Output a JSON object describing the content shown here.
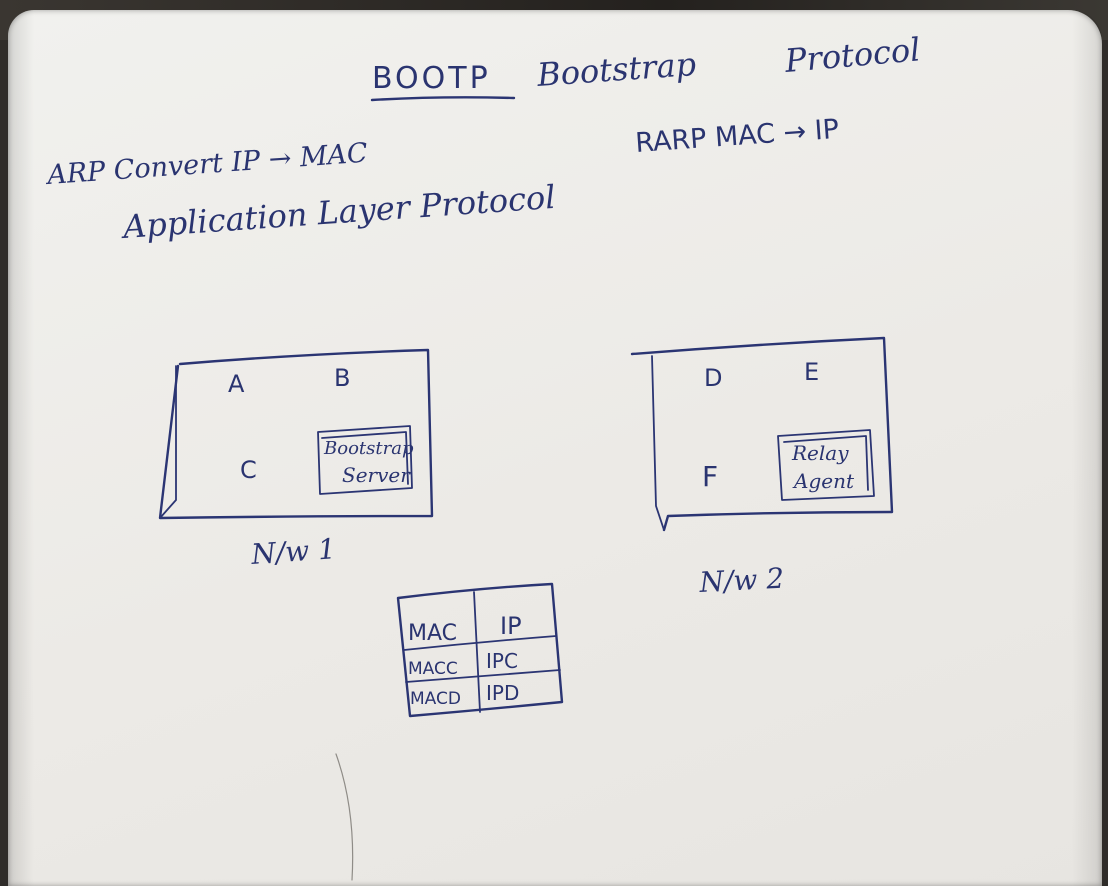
{
  "title": {
    "acronym": "BOOTP",
    "expansion_1": "Bootstrap",
    "expansion_2": "Protocol"
  },
  "notes": {
    "arp_line": "ARP Convert  IP → MAC",
    "rarp_line": "RARP   MAC → IP",
    "layer_line": "Application  Layer  Protocol"
  },
  "network1": {
    "label": "N/w 1",
    "hosts": [
      "A",
      "B",
      "C"
    ],
    "server_line_1": "Bootstrap",
    "server_line_2": "Server"
  },
  "network2": {
    "label": "N/w 2",
    "hosts": [
      "D",
      "E",
      "F"
    ],
    "agent_line_1": "Relay",
    "agent_line_2": "Agent"
  },
  "table": {
    "headers": [
      "MAC",
      "IP"
    ],
    "rows": [
      [
        "MACC",
        "IPC"
      ],
      [
        "MACD",
        "IPD"
      ]
    ]
  },
  "colors": {
    "ink": "#2a3470",
    "paper": "#eeede9",
    "background": "#2f2c29"
  }
}
